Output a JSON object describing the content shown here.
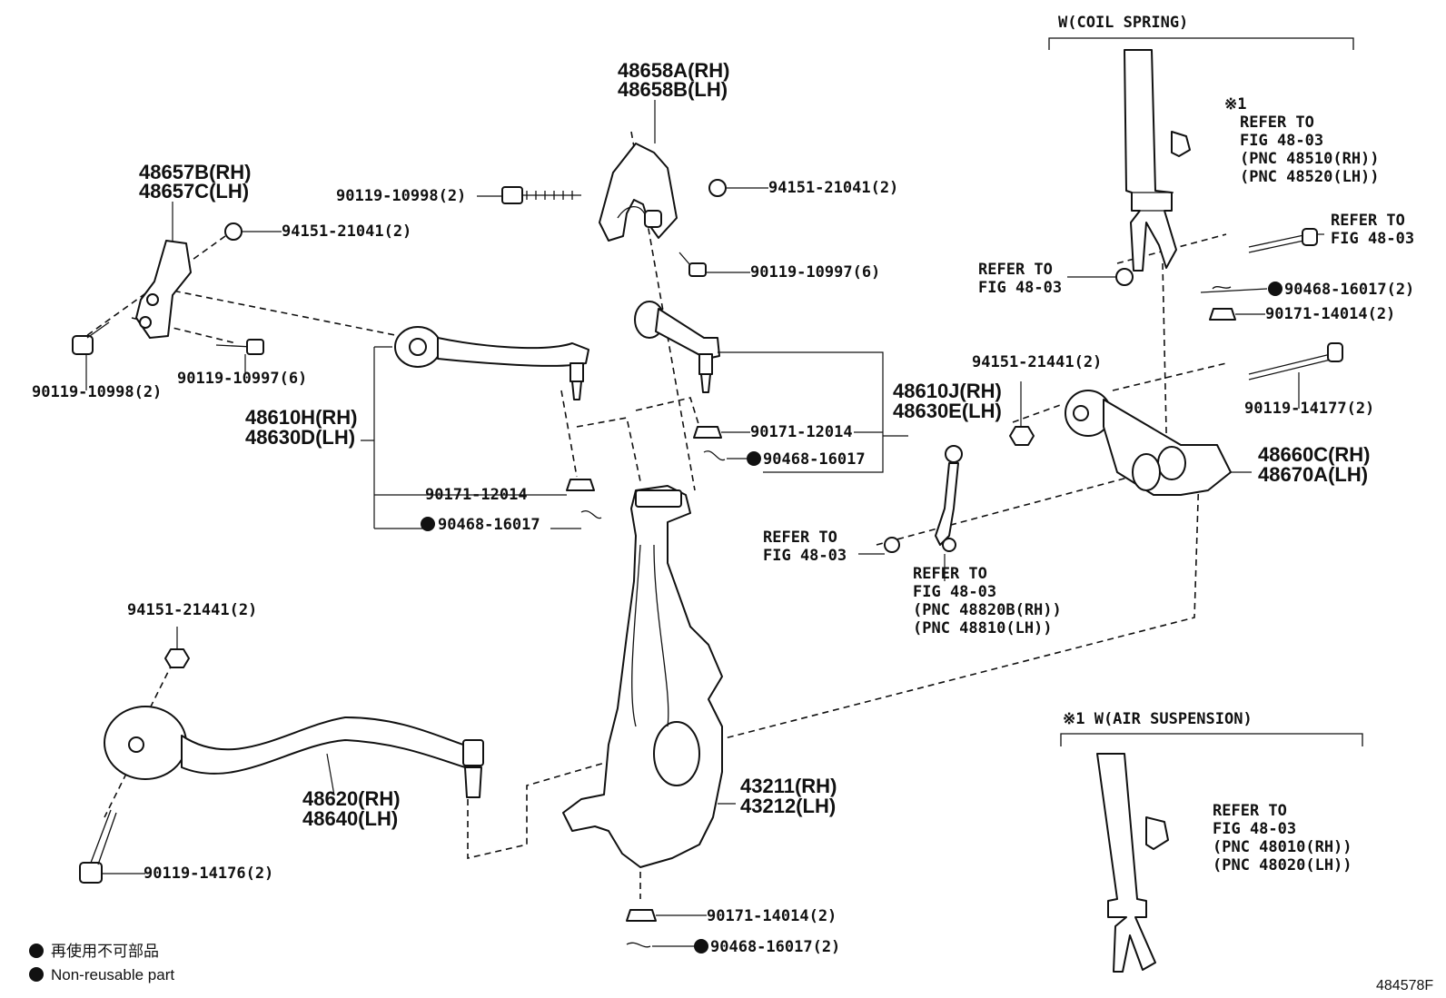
{
  "labels": {
    "coil_header": "W(COIL SPRING)",
    "air_header": "※1 W(AIR SUSPENSION)",
    "ref_mark": "※1",
    "refer_coil_1": "REFER TO",
    "refer_coil_2": "FIG 48-03",
    "refer_coil_3": "(PNC 48510(RH))",
    "refer_coil_4": "(PNC 48520(LH))",
    "refer_right_1": "REFER TO",
    "refer_right_2": "FIG 48-03",
    "refer_left_1": "REFER TO",
    "refer_left_2": "FIG 48-03",
    "refer_stab_1": "REFER TO",
    "refer_stab_2": "FIG 48-03",
    "refer_link_1": "REFER TO",
    "refer_link_2": "FIG 48-03",
    "refer_link_3": "(PNC 48820B(RH))",
    "refer_link_4": "(PNC 48810(LH))",
    "refer_air_1": "REFER TO",
    "refer_air_2": "FIG 48-03",
    "refer_air_3": "(PNC 48010(RH))",
    "refer_air_4": "(PNC 48020(LH))",
    "p48658a": "48658A(RH)",
    "p48658b": "48658B(LH)",
    "p48657b": "48657B(RH)",
    "p48657c": "48657C(LH)",
    "p48610h": "48610H(RH)",
    "p48630d": "48630D(LH)",
    "p48610j": "48610J(RH)",
    "p48630e": "48630E(LH)",
    "p48660c": "48660C(RH)",
    "p48670a": "48670A(LH)",
    "p48620": "48620(RH)",
    "p48640": "48640(LH)",
    "p43211": "43211(RH)",
    "p43212": "43212(LH)",
    "b90119_10998_top": "90119-10998(2)",
    "n94151_21041_top": "94151-21041(2)",
    "b90119_10997_top": "90119-10997(6)",
    "n94151_21041_left": "94151-21041(2)",
    "b90119_10998_left": "90119-10998(2)",
    "b90119_10997_left": "90119-10997(6)",
    "n90171_12014_right": "90171-12014",
    "p90468_16017_right": "90468-16017",
    "n90171_12014_left": "90171-12014",
    "p90468_16017_left": "90468-16017",
    "p90468_16017_coil": "90468-16017(2)",
    "n90171_14014_coil": "90171-14014(2)",
    "n94151_21441_mid": "94151-21441(2)",
    "b90119_14177": "90119-14177(2)",
    "n94151_21441_low": "94151-21441(2)",
    "b90119_14176": "90119-14176(2)",
    "n90171_14014_bottom": "90171-14014(2)",
    "p90468_16017_bottom": "90468-16017(2)",
    "legend_jp": "再使用不可部品",
    "legend_en": "Non-reusable part",
    "diagram_id": "484578F"
  },
  "colors": {
    "ink": "#111111",
    "paper": "#ffffff"
  }
}
